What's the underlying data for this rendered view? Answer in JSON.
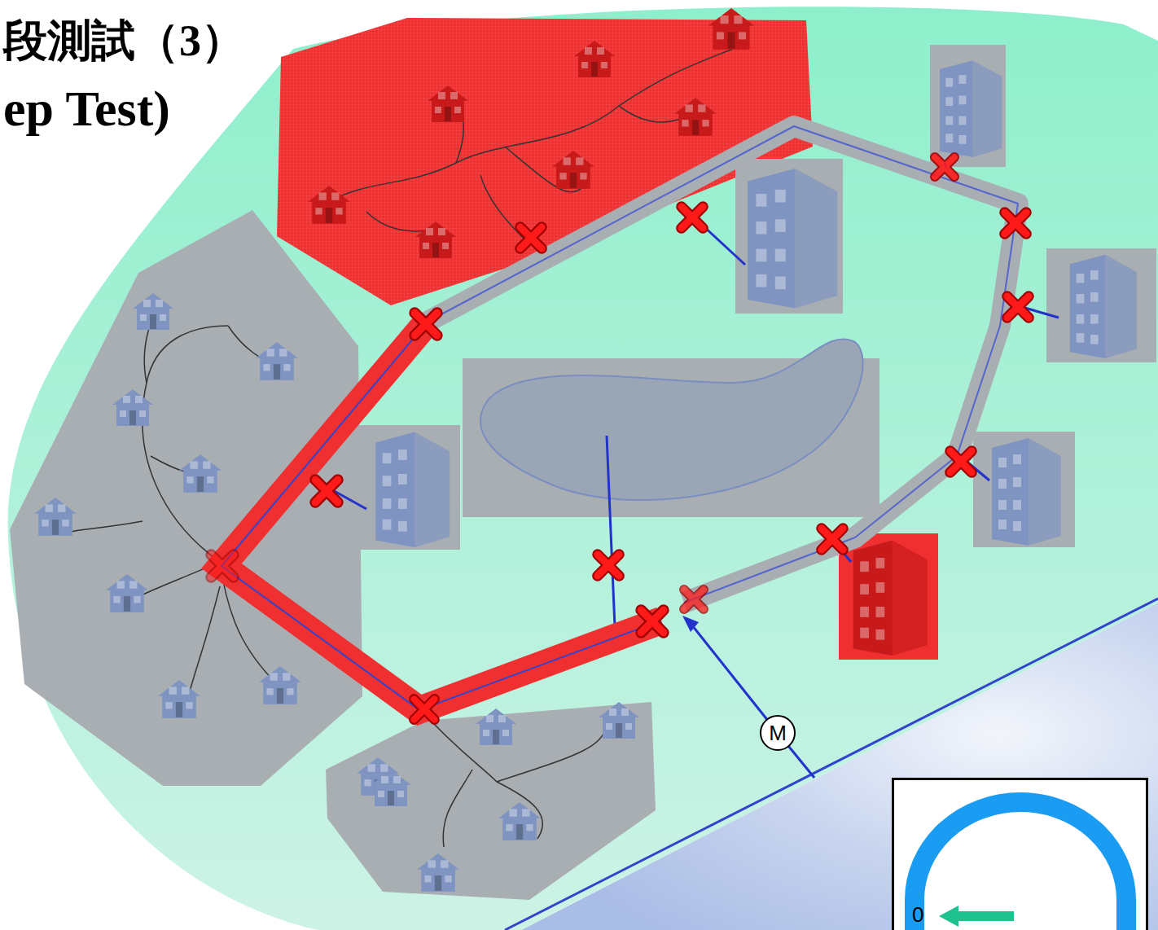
{
  "diagram": {
    "title": "段測試（3）",
    "nodes": [
      {
        "text": [
          "M"
        ]
      },
      {
        "text": [
          "0"
        ]
      }
    ],
    "labels": [
      "ep Test)"
    ]
  }
}
